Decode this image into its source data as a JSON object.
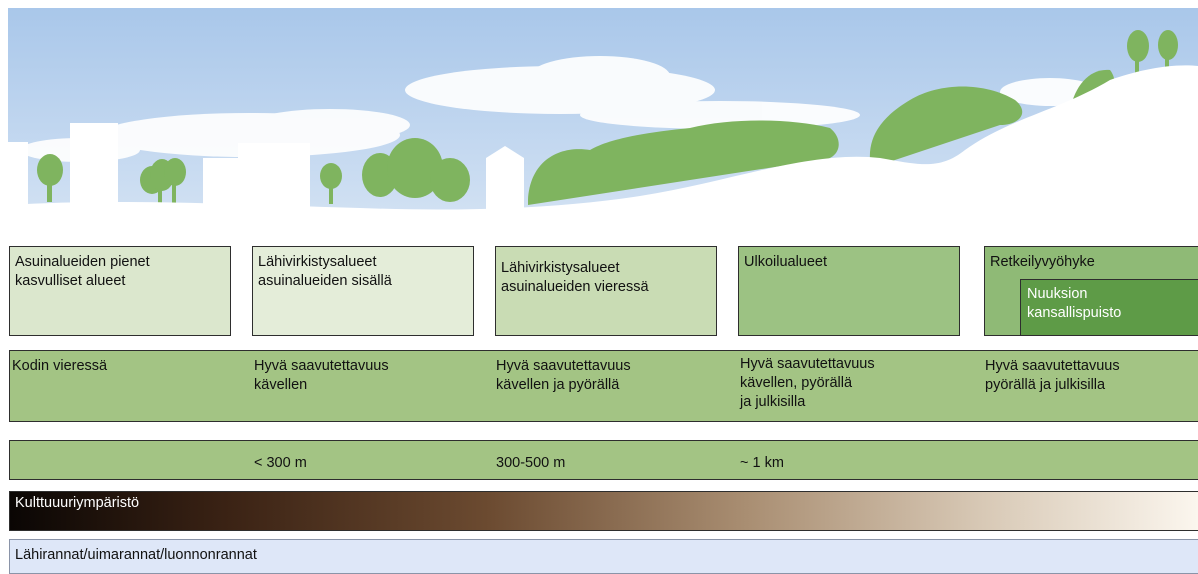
{
  "colors": {
    "sky": "#b9d3ee",
    "vegetation": "#7fb45f",
    "box_pale": "#dbe7cd",
    "box_light": "#c9dcb4",
    "box_mid": "#a9c98e",
    "box_dark": "#8fba76",
    "box_darkest": "#5e9b47",
    "band": "#a3c484",
    "shore": "#dee7f8"
  },
  "zones": [
    {
      "lines": [
        "Asuinalueiden pienet",
        "kasvulliset alueet"
      ]
    },
    {
      "lines": [
        "Lähivirkistysalueet",
        "asuinalueiden sisällä"
      ]
    },
    {
      "lines": [
        "Lähivirkistysalueet",
        "asuinalueiden vieressä"
      ]
    },
    {
      "lines": [
        "Ulkoilualueet"
      ]
    },
    {
      "lines": [
        "Retkeilyvyöhyke"
      ],
      "inner_lines": [
        "Nuuksion",
        "kansallispuisto"
      ]
    }
  ],
  "accessibility": [
    {
      "lines": [
        "Kodin vieressä"
      ]
    },
    {
      "lines": [
        "Hyvä saavutettavuus",
        "kävellen"
      ]
    },
    {
      "lines": [
        "Hyvä saavutettavuus",
        "kävellen ja pyörällä"
      ]
    },
    {
      "lines": [
        "Hyvä saavutettavuus",
        "kävellen, pyörällä",
        "ja julkisilla"
      ]
    },
    {
      "lines": [
        "Hyvä saavutettavuus",
        "pyörällä ja julkisilla"
      ]
    }
  ],
  "distances": [
    "< 300 m",
    "300-500 m",
    "~ 1 km"
  ],
  "culture_label": "Kulttuuuriympäristö",
  "shore_label": "Lähirannat/uimarannat/luonnonrannat"
}
